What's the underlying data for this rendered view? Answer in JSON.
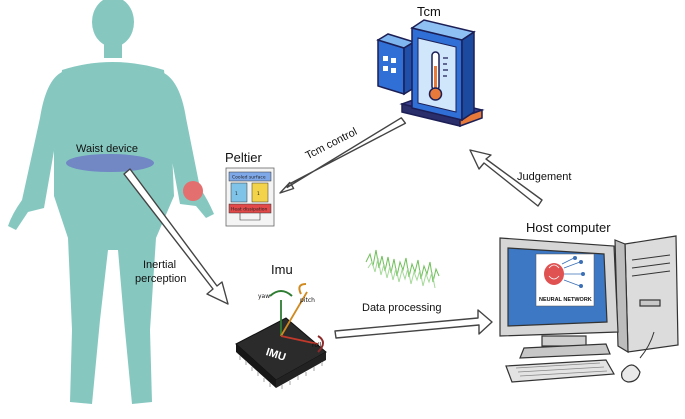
{
  "labels": {
    "waist_device": "Waist device",
    "peltier": "Peltier",
    "tcm": "Tcm",
    "tcm_control": "Tcm control",
    "judgement": "Judgement",
    "host_computer": "Host computer",
    "inertial_line1": "Inertial",
    "inertial_line2": "perception",
    "imu": "Imu",
    "data_processing": "Data processing"
  },
  "peltier_module": {
    "cooled_surface": "Cooled surface",
    "heat_dissipation": "Heat dissipation"
  },
  "imu_chip": {
    "text": "IMU",
    "yaw": "yaw",
    "pitch": "pitch",
    "roll": "roll"
  },
  "screen": {
    "text": "NEURAL NETWORK"
  },
  "colors": {
    "body": "#86c8c0",
    "waist_band": "#7188c4",
    "wrist_spot": "#e36f6f",
    "arrow_stroke": "#444444",
    "signal_green": "#6fbf5a"
  },
  "icons": [
    "human-body",
    "thermometer-device-icon",
    "peltier-module",
    "imu-chip",
    "computer-icon",
    "neural-network-icon",
    "signal-waveform"
  ]
}
